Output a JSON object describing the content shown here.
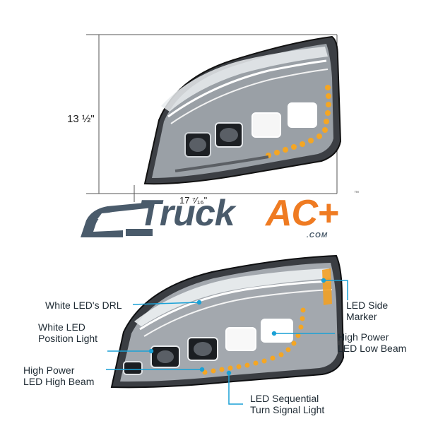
{
  "dimensions": {
    "height_label": "13 ½\"",
    "width_label": "17 ⁷⁄₁₆\""
  },
  "logo": {
    "brand_part1": "Truck",
    "brand_part2": "AC+",
    "domain": ".COM",
    "trademark": "™",
    "colors": {
      "primary": "#4a5b6b",
      "accent": "#ef7b22"
    }
  },
  "callouts": {
    "drl": "White LED's DRL",
    "position_light": [
      "White LED",
      "Position Light"
    ],
    "high_beam": [
      "High Power",
      "LED High Beam"
    ],
    "side_marker": [
      "LED Side",
      "Marker"
    ],
    "low_beam": [
      "High Power",
      "LED Low Beam"
    ],
    "turn_signal": [
      "LED Sequential",
      "Turn Signal Light"
    ],
    "line_color": "#1aa1d6"
  }
}
